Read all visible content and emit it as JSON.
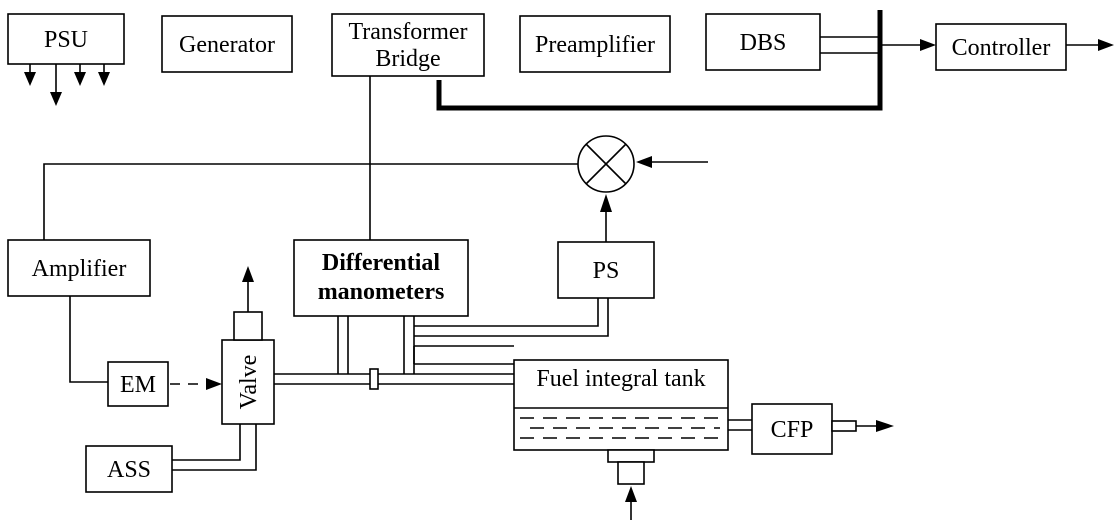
{
  "diagram": {
    "blocks": {
      "psu": "PSU",
      "generator": "Generator",
      "transformer_bridge_line1": "Transformer",
      "transformer_bridge_line2": "Bridge",
      "preamplifier": "Preamplifier",
      "dbs": "DBS",
      "controller": "Controller",
      "amplifier": "Amplifier",
      "differential_line1": "Differential",
      "differential_line2": "manometers",
      "ps": "PS",
      "em": "EM",
      "valve": "Valve",
      "ass": "ASS",
      "fuel_tank": "Fuel integral tank",
      "cfp": "CFP"
    }
  }
}
